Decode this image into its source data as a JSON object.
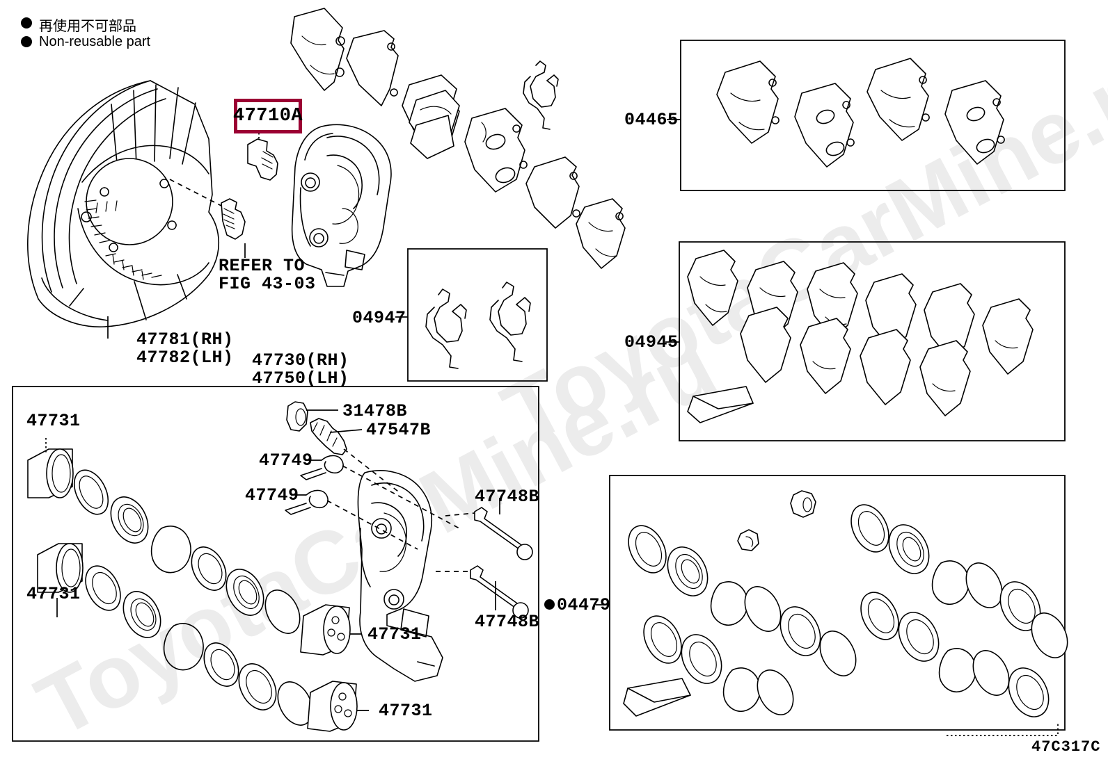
{
  "figure": {
    "code": "47C317C",
    "watermark": "ToyotaCarMine.ru"
  },
  "legend": {
    "jp": "再使用不可部品",
    "en": "Non-reusable part"
  },
  "highlight": {
    "part_number": "47710A",
    "border_color": "#9B0033"
  },
  "labels": {
    "dust_shield_rh": "47781(RH)",
    "dust_shield_lh": "47782(LH)",
    "refer_line1": "REFER TO",
    "refer_line2": "FIG 43-03",
    "caliper_rh": "47730(RH)",
    "caliper_lh": "47750(LH)",
    "clip_kit": "04947",
    "pad_kit": "04465",
    "shim_kit": "04945",
    "seal_kit": "04479",
    "bleeder_cap": "31478B",
    "bleeder_plug": "47547B",
    "retainer_upper": "47749",
    "retainer_lower": "47749",
    "bolt_upper": "47748B",
    "bolt_lower": "47748B",
    "piston_1": "47731",
    "piston_2": "47731",
    "piston_3": "47731",
    "piston_4": "47731"
  }
}
